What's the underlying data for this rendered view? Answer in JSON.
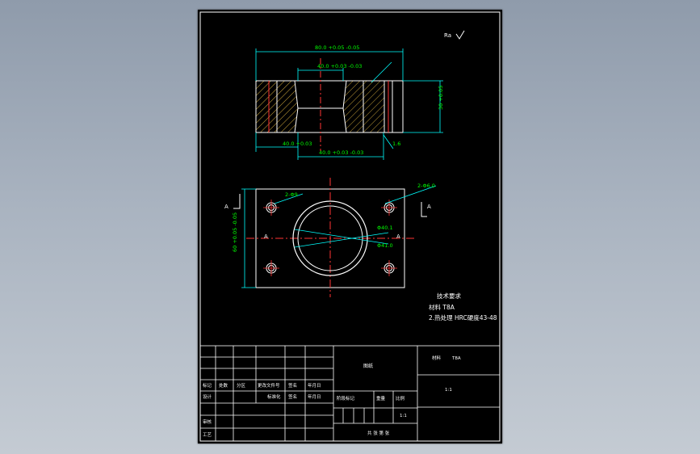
{
  "drawing": {
    "roughness_mark": "Ra",
    "section_label_a": "A",
    "dims": {
      "overall_width": "80.0 +0.05 -0.05",
      "bore_top": "40.0 +0.03 -0.03",
      "bore_bottom": "40.0 +0.03 -0.03",
      "counterbore": "40.0 +0.03",
      "height": "30 +0.05",
      "rough_tag": "1.6",
      "plan_height": "60 +0.05 -0.05",
      "hole_note_left": "2-Φ9",
      "hole_note_right": "2-Φ6.0",
      "dia_big": "Φ40.1",
      "dia_small": "Φ41.0"
    },
    "tech_requirements": {
      "title": "技术要求",
      "line1": "材料 T8A",
      "line2": "2.热处理 HRC硬度43-48"
    }
  },
  "title_block": {
    "part_name": "图纸",
    "material_label": "材料",
    "material_value": "T8A",
    "scale_label": "比例",
    "scale_value": "1:1",
    "ratio": "1:1",
    "row_labels": [
      "标记",
      "处数",
      "分区",
      "更改文件号",
      "签名",
      "年月日"
    ],
    "row_labels2": [
      "设计",
      "",
      "",
      "标准化",
      "签名",
      "年月日"
    ],
    "stage_label": "阶段标记",
    "weight_label": "重量",
    "scale_col_label": "比例",
    "review_label": "审核",
    "process_label": "工艺",
    "sheet_label": "共 张 第 张"
  }
}
